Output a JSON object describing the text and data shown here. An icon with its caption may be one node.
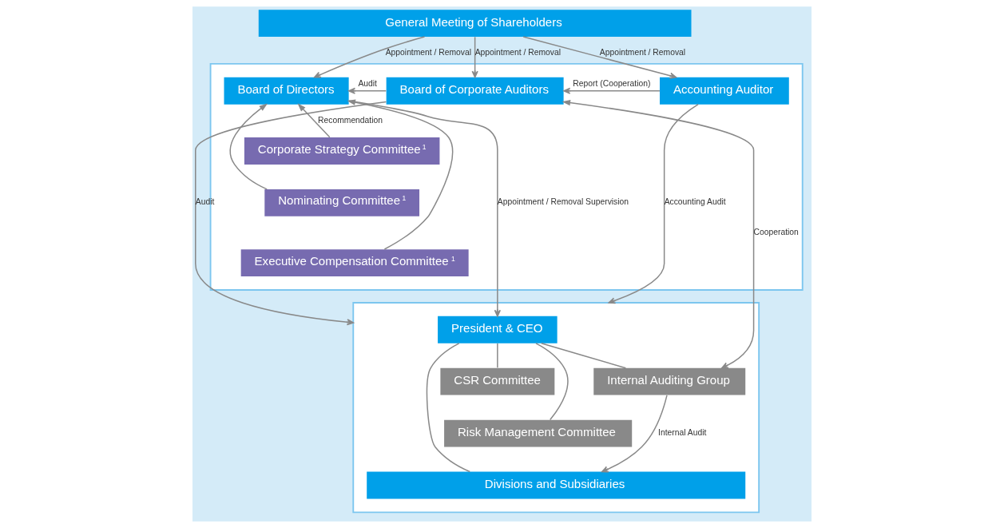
{
  "diagram": {
    "nodes": [
      {
        "text": [
          "General Meeting of Shareholders"
        ]
      },
      {
        "text": [],
        "shape": "box"
      },
      {
        "text": [
          "Board of Corporate Auditors"
        ],
        "in": 1
      },
      {
        "text": [
          "Board of Directors"
        ],
        "in": 1
      },
      {
        "text": [
          "Accounting Auditor"
        ],
        "in": 1
      },
      {
        "text": [
          "Corporate Strategy Committee$^{1}$"
        ],
        "in": 1
      },
      {
        "text": [
          "Nominating Committee$^{1}$"
        ],
        "in": 1
      },
      {
        "text": [
          "Executive Compensation Committee$^{1}$"
        ],
        "in": 1
      },
      {
        "text": [],
        "shape": "box"
      },
      {
        "text": [
          "President & CEO"
        ],
        "in": 8
      },
      {
        "text": [
          "Internal Auditing Group"
        ],
        "in": 8
      },
      {
        "text": [
          "CSR Committee"
        ],
        "in": 8
      },
      {
        "text": [
          "Risk Management Committee"
        ],
        "in": 8
      },
      {
        "text": [
          "Divisions and Subsidiaries"
        ],
        "in": 8
      }
    ],
    "edges": [
      {
        "from": 0,
        "to": 2,
        "arrow": "to",
        "label": "Appointment / Removal"
      },
      {
        "from": 0,
        "to": 3,
        "arrow": "to",
        "label": "Appointment / Removal"
      },
      {
        "from": 0,
        "to": 4,
        "arrow": "to",
        "label": "Appointment / Removal"
      },
      {
        "from": 2,
        "to": 3,
        "arrow": "to",
        "label": "Audit"
      },
      {
        "from": 4,
        "to": 2,
        "arrow": "to",
        "label": "Report (Cooperation)"
      },
      {
        "from": 2,
        "to": 8,
        "arrow": "to",
        "label": "Audit"
      },
      {
        "from": 3,
        "to": 9,
        "arrow": "to",
        "label": "Appointment / Removal Supervision"
      },
      {
        "from": 5,
        "to": 3,
        "arrow": "to",
        "label": "Recommendation"
      },
      {
        "from": 6,
        "to": 3,
        "arrow": "to"
      },
      {
        "from": 7,
        "to": 3,
        "arrow": "to"
      },
      {
        "from": 4,
        "to": 8,
        "arrow": "to",
        "label": "Accounting Audit"
      },
      {
        "from": 2,
        "to": 10,
        "arrow": "both",
        "label": "Cooperation"
      },
      {
        "from": 9,
        "to": 10,
        "arrow": "none"
      },
      {
        "from": 9,
        "to": 13,
        "arrow": "none"
      },
      {
        "from": 9,
        "to": 11,
        "arrow": "none"
      },
      {
        "from": 9,
        "to": 12,
        "arrow": "none"
      },
      {
        "from": 10,
        "to": 13,
        "arrow": "to",
        "label": "Internal Audit"
      }
    ]
  }
}
